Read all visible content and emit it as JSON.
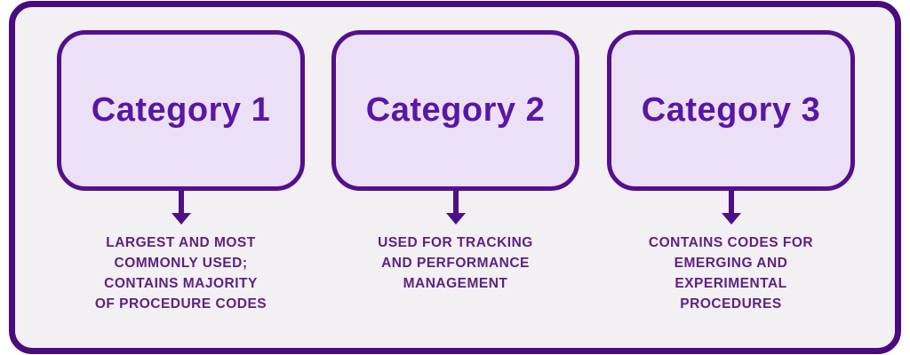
{
  "diagram": {
    "cards": [
      {
        "title": "Category 1",
        "description": "LARGEST AND MOST\nCOMMONLY USED;\nCONTAINS MAJORITY\nOF PROCEDURE CODES"
      },
      {
        "title": "Category 2",
        "description": "USED FOR TRACKING\nAND PERFORMANCE\nMANAGEMENT"
      },
      {
        "title": "Category 3",
        "description": "CONTAINS CODES FOR\nEMERGING AND\nEXPERIMENTAL\nPROCEDURES"
      }
    ],
    "colors": {
      "frame_border": "#4a0b80",
      "card_border": "#530f8c",
      "card_fill": "#ece0f7",
      "title_text": "#5a16a4",
      "body_text": "#5e2183",
      "interior_background": "#f2f0f3",
      "page_background": "#ffffff"
    }
  }
}
